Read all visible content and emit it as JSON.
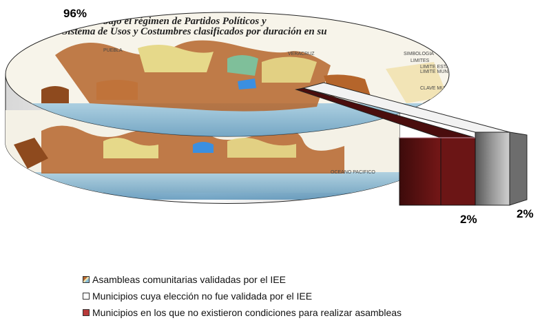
{
  "chart_data": {
    "type": "pie",
    "categories": [
      "Asambleas comunitarias validadas por el IEE",
      "Municipios cuya elección no fue validada por el IEE",
      "Municipios en los que no existieron condiciones para realizar asambleas"
    ],
    "values": [
      96,
      2,
      2
    ],
    "data_labels": [
      "96%",
      "2%",
      "2%"
    ],
    "legend_position": "bottom",
    "colors": [
      "#b5652b",
      "#ffffff",
      "#8b1a1a"
    ]
  },
  "map_caption": {
    "line1": "bajo el régimen de Partidos Políticos y",
    "line2": "Sistema de Usos y Costumbres clasificados por duración en su",
    "symbology": "SIMBOLOGIA",
    "limits": "LIMITES",
    "state_limit": "LIMITE ESTATAL",
    "municipal_limit": "LIMITE MUNICIPAL",
    "municipal_key": "CLAVE MUNICIPAL",
    "region_puebla": "PUEBLA",
    "region_veracruz": "VERACRUZ",
    "ocean": "OCEANO PACIFICO"
  }
}
